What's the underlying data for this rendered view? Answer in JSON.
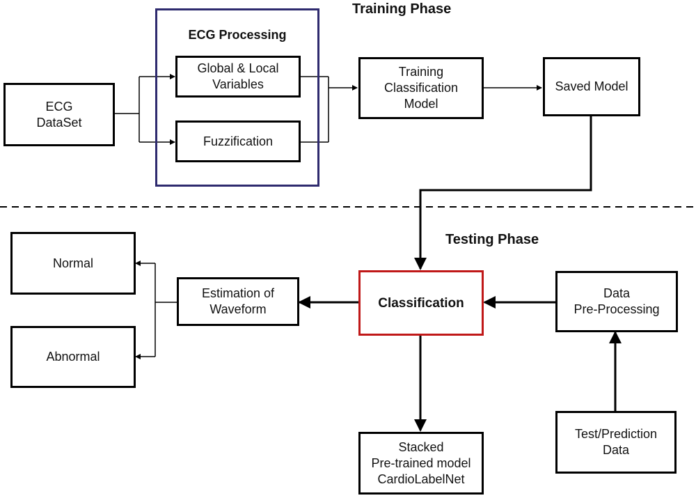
{
  "phases": {
    "training": "Training Phase",
    "testing": "Testing Phase"
  },
  "nodes": {
    "ecg_dataset": "ECG\nDataSet",
    "ecg_processing": "ECG Processing",
    "global_local": "Global & Local\nVariables",
    "fuzzification": "Fuzzification",
    "training_model": "Training\nClassification\nModel",
    "saved_model": "Saved Model",
    "classification": "Classification",
    "data_preprocessing": "Data\nPre-Processing",
    "estimation": "Estimation of\nWaveform",
    "normal": "Normal",
    "abnormal": "Abnormal",
    "stacked_model": "Stacked\nPre-trained model\nCardioLabelNet",
    "test_data": "Test/Prediction\nData"
  },
  "colors": {
    "ecg_processing_border": "#2e2a6e",
    "classification_border": "#c01818"
  }
}
